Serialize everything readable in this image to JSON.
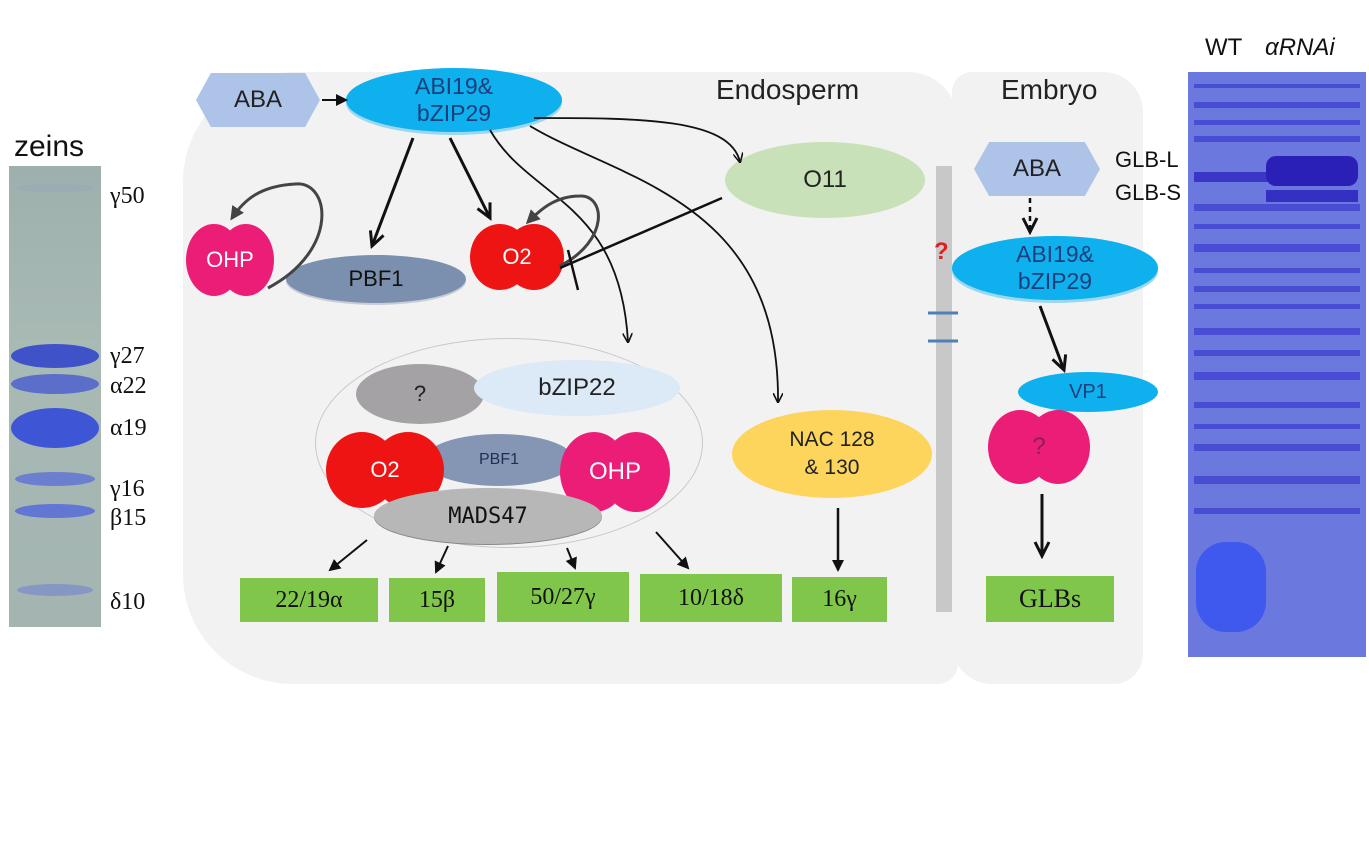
{
  "left_gel": {
    "title": "zeins",
    "bands": [
      "γ50",
      "γ27",
      "α22",
      "α19",
      "γ16",
      "β15",
      "δ10"
    ]
  },
  "endosperm": {
    "title": "Endosperm",
    "aba": "ABA",
    "abi_line1": "ABI19&",
    "abi_line2": "bZIP29",
    "o11": "O11",
    "ohp_top": "OHP",
    "pbf1_top": "PBF1",
    "o2_top": "O2",
    "complex": {
      "unknown": "?",
      "bzip22": "bZIP22",
      "o2": "O2",
      "pbf1": "PBF1",
      "ohp": "OHP",
      "mads47": "MADS47"
    },
    "nac_line1": "NAC 128",
    "nac_line2": "& 130",
    "targets": [
      "22/19α",
      "15β",
      "50/27γ",
      "10/18δ",
      "16γ"
    ]
  },
  "divider": {
    "question": "?"
  },
  "embryo": {
    "title": "Embryo",
    "aba": "ABA",
    "abi_line1": "ABI19&",
    "abi_line2": "bZIP29",
    "vp1": "VP1",
    "unknown": "?",
    "target": "GLBs"
  },
  "right_gel": {
    "wt": "WT",
    "rnai": "αRNAi",
    "glb_l": "GLB-L",
    "glb_s": "GLB-S"
  }
}
